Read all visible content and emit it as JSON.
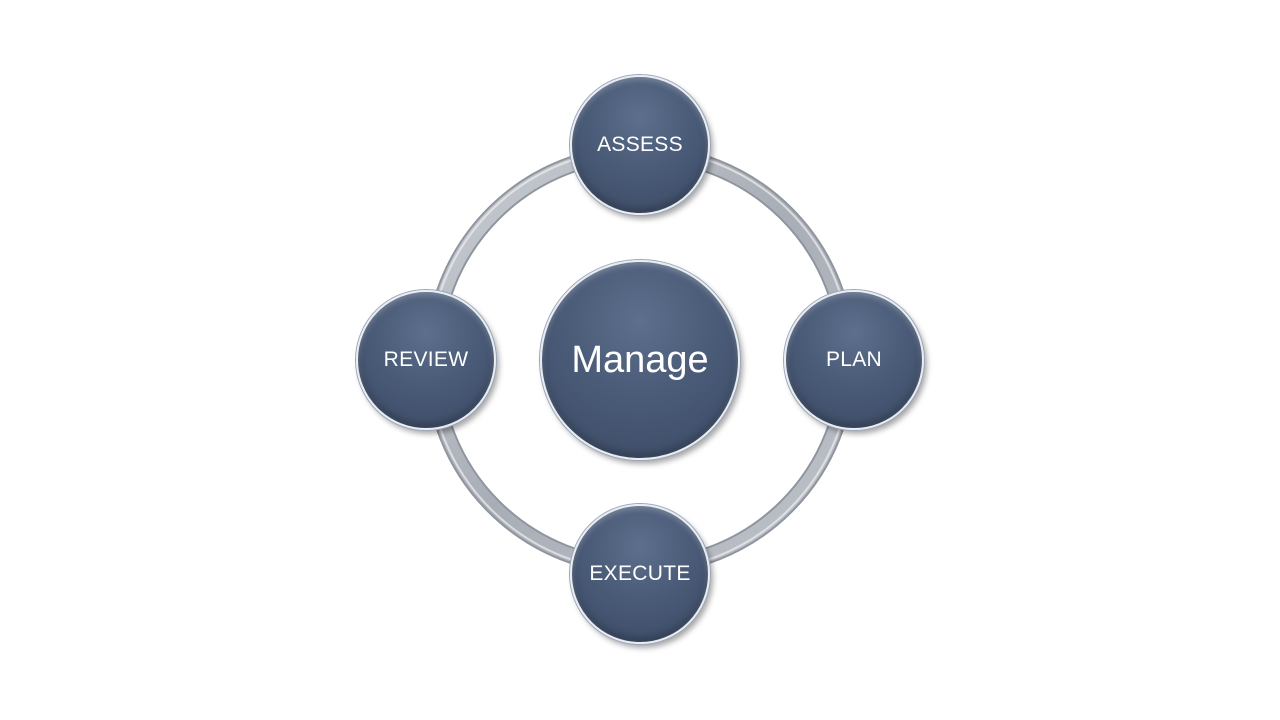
{
  "diagram": {
    "center": {
      "label": "Manage"
    },
    "cycle": [
      {
        "id": "assess",
        "label": "ASSESS"
      },
      {
        "id": "plan",
        "label": "PLAN"
      },
      {
        "id": "execute",
        "label": "EXECUTE"
      },
      {
        "id": "review",
        "label": "REVIEW"
      }
    ]
  }
}
